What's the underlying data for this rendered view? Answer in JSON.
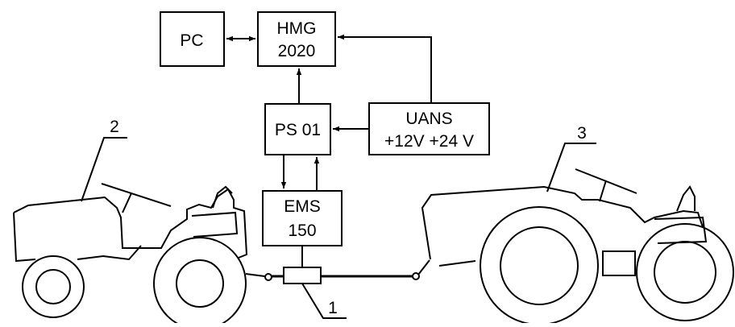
{
  "diagram": {
    "blocks": {
      "pc": [
        "PC"
      ],
      "hmg": [
        "HMG",
        "2020"
      ],
      "ps": [
        "PS 01"
      ],
      "uans": [
        "UANS",
        "+12V +24 V"
      ],
      "ems": [
        "EMS",
        "150"
      ]
    },
    "callouts": {
      "sensor": "1",
      "front_tractor": "2",
      "rear_tractor": "3"
    },
    "connections": [
      [
        "pc",
        "hmg",
        "bidirectional"
      ],
      [
        "ps",
        "hmg",
        "forward"
      ],
      [
        "uans",
        "hmg",
        "forward"
      ],
      [
        "uans",
        "ps",
        "forward"
      ],
      [
        "ps",
        "ems",
        "forward"
      ],
      [
        "ems",
        "ps",
        "forward"
      ],
      [
        "ems",
        "sensor",
        "plain"
      ]
    ]
  }
}
